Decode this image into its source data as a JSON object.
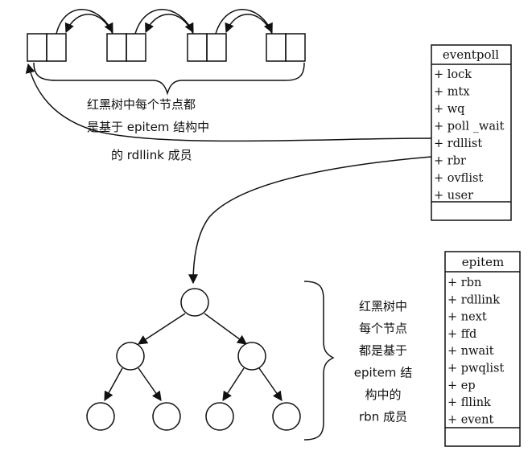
{
  "eventpoll": {
    "title": "eventpoll",
    "fields": [
      "+ lock",
      "+ mtx",
      "+ wq",
      "+ poll _wait",
      "+ rdllist",
      "+ rbr",
      "+ ovflist",
      "+ user"
    ]
  },
  "epitem": {
    "title": "epitem",
    "fields": [
      "+ rbn",
      "+ rdllink",
      "+ next",
      "+ ffd",
      "+ nwait",
      "+ pwqlist",
      "+ ep",
      "+ fllink",
      "+ event"
    ]
  },
  "list_caption": {
    "line1": "红黑树中每个节点都",
    "line2": "是基于 epitem 结构中",
    "line3": "的 rdllink 成员"
  },
  "tree_caption": {
    "lines": [
      "红黑树中",
      "每个节点",
      "都是基于",
      "epitem 结",
      "构中的",
      "rbn 成员"
    ]
  }
}
